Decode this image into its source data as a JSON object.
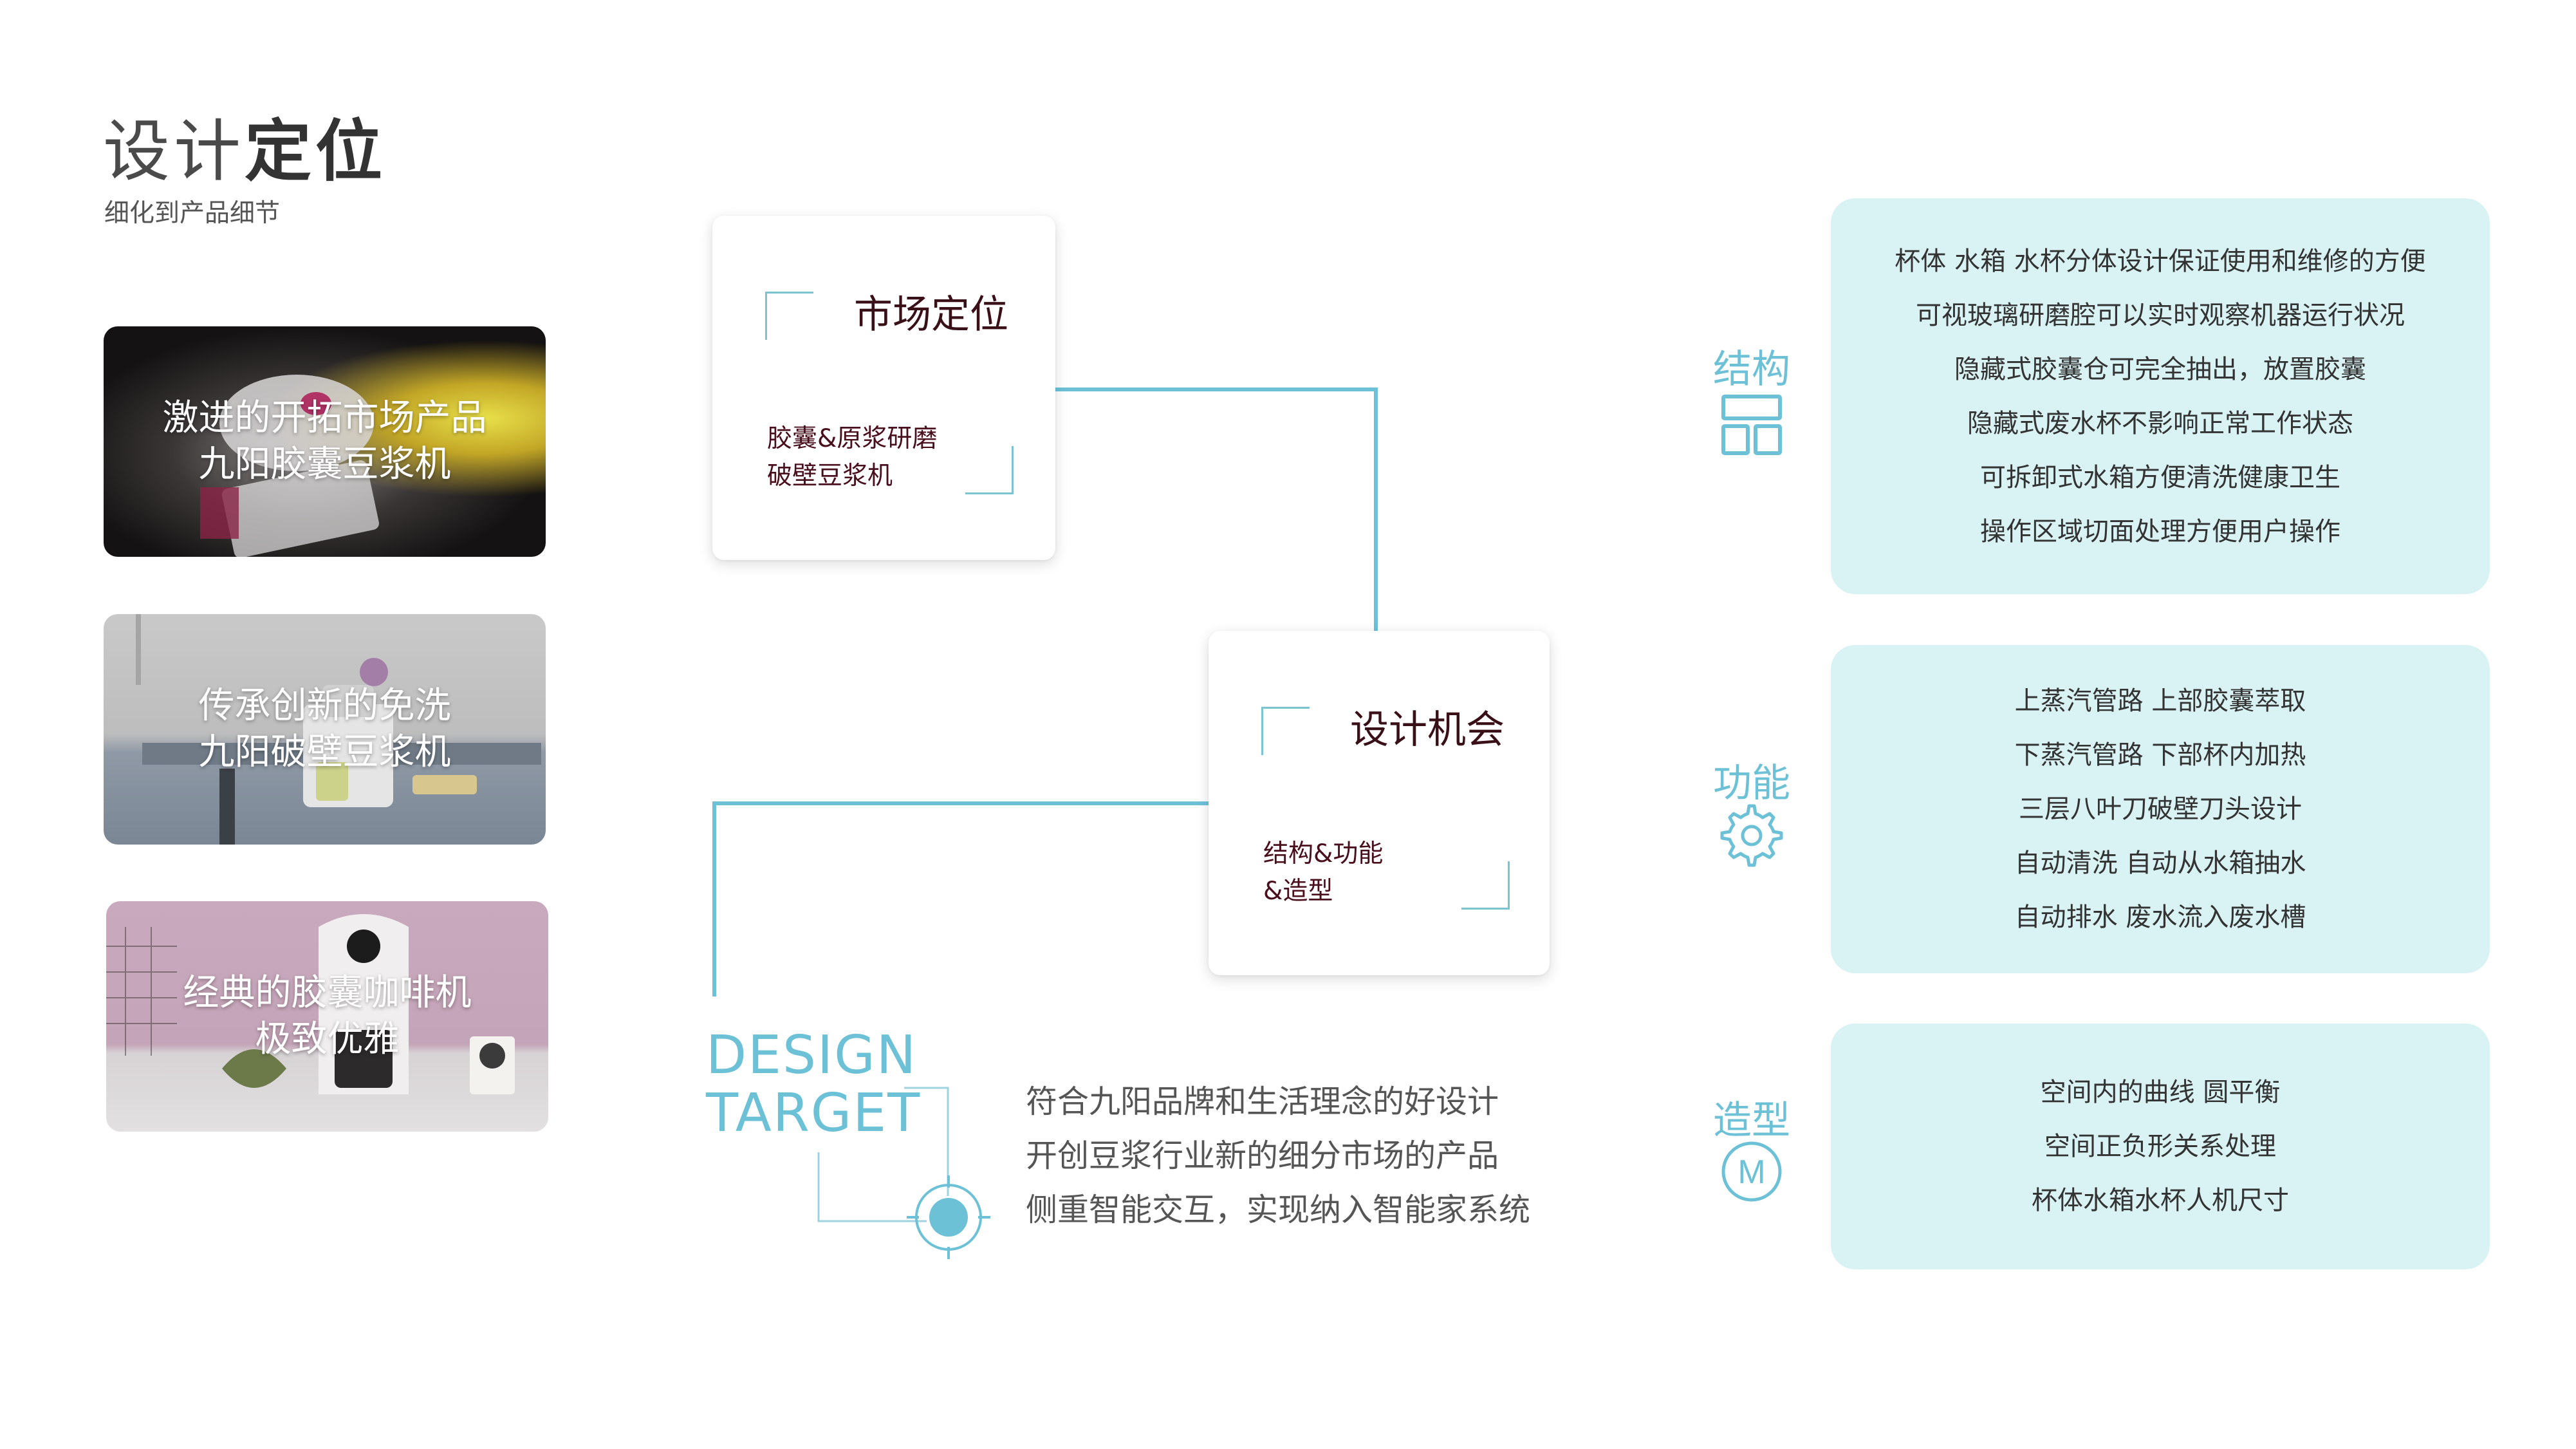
{
  "header": {
    "title_part1": "设计",
    "title_part2": "定位",
    "subtitle": "细化到产品细节"
  },
  "photos": [
    {
      "line1": "激进的开拓市场产品",
      "line2": "九阳胶囊豆浆机"
    },
    {
      "line1": "传承创新的免洗",
      "line2": "九阳破壁豆浆机"
    },
    {
      "line1": "经典的胶囊咖啡机",
      "line2": "极致优雅"
    }
  ],
  "market_card": {
    "title": "市场定位",
    "line1": "胶囊&原浆研磨",
    "line2": "破壁豆浆机"
  },
  "opportunity_card": {
    "title": "设计机会",
    "line1": "结构&功能",
    "line2": "&造型"
  },
  "design_target": {
    "line1": "DESIGN",
    "line2": "TARGET",
    "points": [
      "符合九阳品牌和生活理念的好设计",
      "开创豆浆行业新的细分市场的产品",
      "侧重智能交互，实现纳入智能家系统"
    ]
  },
  "sections": {
    "structure": {
      "label": "结构",
      "icon": "layout-grid-icon",
      "rows": [
        "杯体 水箱 水杯分体设计保证使用和维修的方便",
        "可视玻璃研磨腔可以实时观察机器运行状况",
        "隐藏式胶囊仓可完全抽出，放置胶囊",
        "隐藏式废水杯不影响正常工作状态",
        "可拆卸式水箱方便清洗健康卫生",
        "操作区域切面处理方便用户操作"
      ]
    },
    "function": {
      "label": "功能",
      "icon": "gear-icon",
      "rows": [
        "上蒸汽管路 上部胶囊萃取",
        "下蒸汽管路 下部杯内加热",
        "三层八叶刀破壁刀头设计",
        "自动清洗 自动从水箱抽水",
        "自动排水 废水流入废水槽"
      ]
    },
    "shape": {
      "label": "造型",
      "icon": "m-circle-icon",
      "icon_letter": "M",
      "rows": [
        "空间内的曲线 圆平衡",
        "空间正负形关系处理",
        "杯体水箱水杯人机尺寸"
      ]
    }
  },
  "colors": {
    "accent": "#6cc1d7",
    "panel_bg": "#d9f2f3",
    "card_text": "#4a0f1c"
  }
}
